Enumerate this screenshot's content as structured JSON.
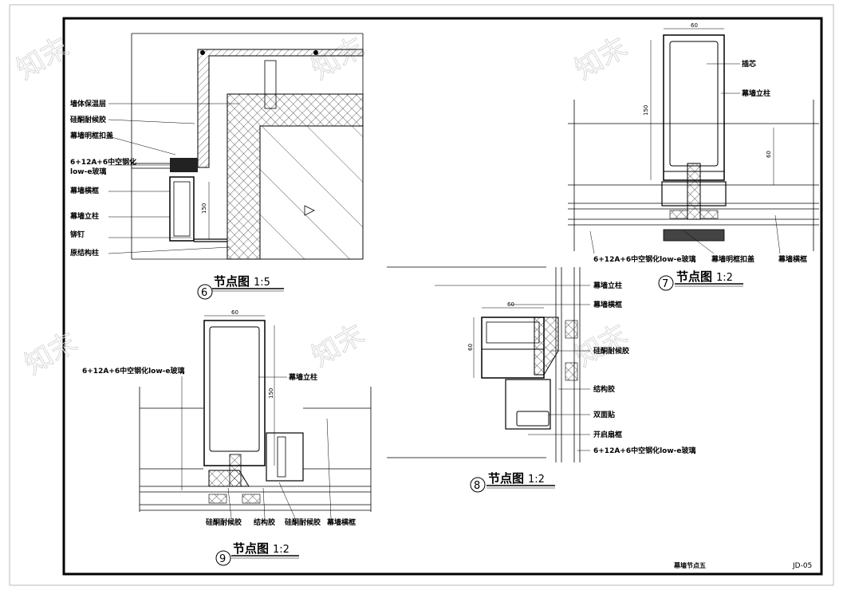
{
  "details": [
    {
      "id": "6",
      "title": "节点图",
      "scale": "1:5",
      "labels": [
        "墙体保温层",
        "硅酮耐候胶",
        "幕墙明框扣盖",
        "6+12A+6中空钢化",
        "low-e玻璃",
        "幕墙横框",
        "幕墙立柱",
        "铆钉",
        "原结构柱"
      ],
      "dims": [
        "150"
      ]
    },
    {
      "id": "7",
      "title": "节点图",
      "scale": "1:2",
      "labels": [
        "插芯",
        "幕墙立柱",
        "6+12A+6中空钢化low-e玻璃",
        "幕墙明框扣盖",
        "幕墙横框"
      ],
      "dims": [
        "60",
        "150",
        "60"
      ]
    },
    {
      "id": "8",
      "title": "节点图",
      "scale": "1:2",
      "labels": [
        "幕墙立柱",
        "幕墙横框",
        "硅酮耐候胶",
        "结构胶",
        "双面贴",
        "开启扇框",
        "6+12A+6中空钢化low-e玻璃"
      ],
      "dims": [
        "60",
        "60"
      ]
    },
    {
      "id": "9",
      "title": "节点图",
      "scale": "1:2",
      "labels": [
        "6+12A+6中空钢化low-e玻璃",
        "幕墙立柱",
        "硅酮耐候胶",
        "结构胶",
        "硅酮耐候胶",
        "幕墙横框"
      ],
      "dims": [
        "60",
        "150"
      ]
    }
  ],
  "sheet": {
    "name": "幕墙节点五",
    "number": "JD-05"
  },
  "watermark": "知末"
}
